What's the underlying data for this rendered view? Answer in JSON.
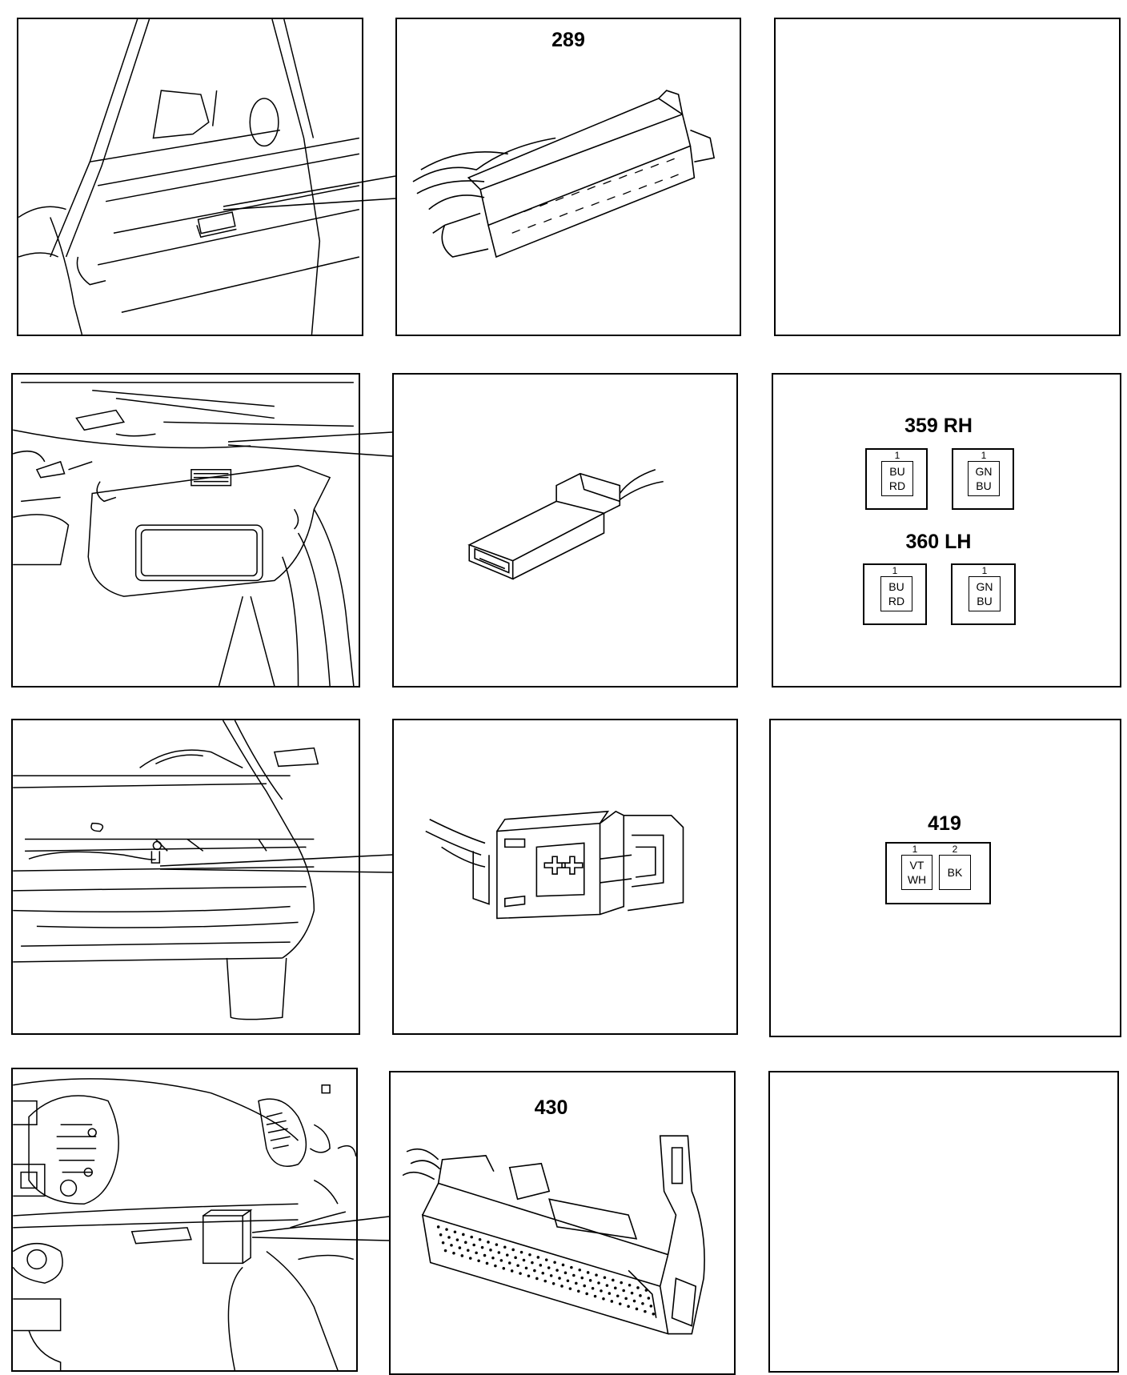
{
  "rows": [
    {
      "connector_id": "289",
      "pin_diagram": null
    },
    {
      "connector_id": "",
      "pin_diagram": {
        "groups": [
          {
            "label": "359 RH",
            "cells": [
              {
                "pin": "1",
                "colors": [
                  "BU",
                  "RD"
                ]
              },
              {
                "pin": "1",
                "colors": [
                  "GN",
                  "BU"
                ]
              }
            ]
          },
          {
            "label": "360 LH",
            "cells": [
              {
                "pin": "1",
                "colors": [
                  "BU",
                  "RD"
                ]
              },
              {
                "pin": "1",
                "colors": [
                  "GN",
                  "BU"
                ]
              }
            ]
          }
        ]
      }
    },
    {
      "connector_id": "",
      "pin_diagram": {
        "groups": [
          {
            "label": "419",
            "cells": [
              {
                "pin": "1",
                "colors": [
                  "VT",
                  "WH"
                ]
              },
              {
                "pin": "2",
                "colors": [
                  "BK"
                ]
              }
            ]
          }
        ]
      }
    },
    {
      "connector_id": "430",
      "pin_diagram": null
    }
  ]
}
